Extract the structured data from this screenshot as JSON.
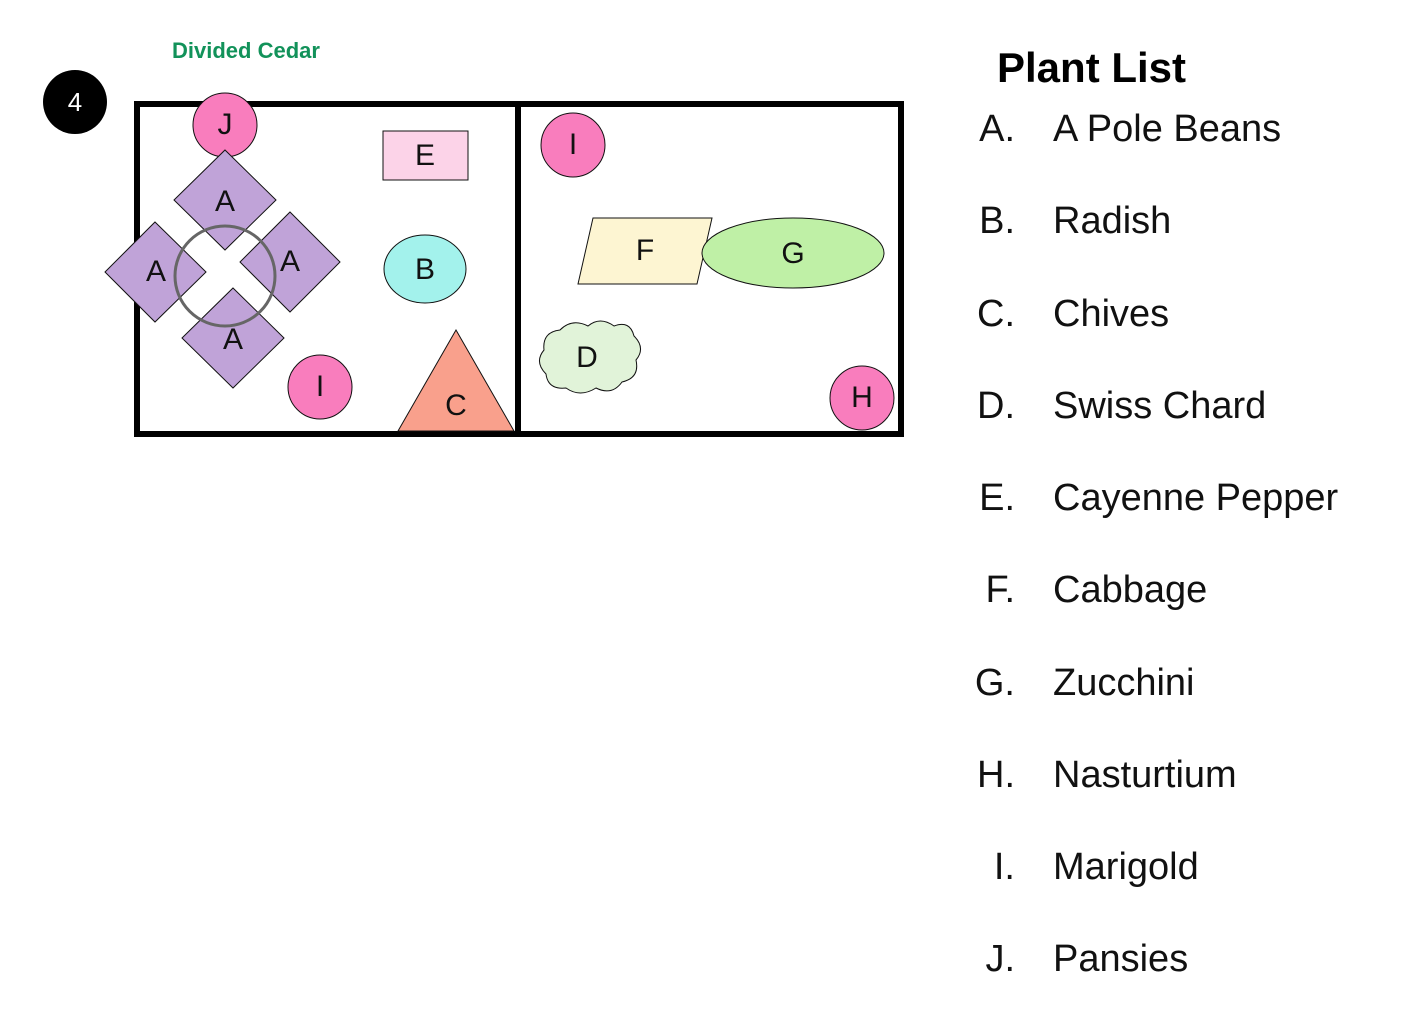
{
  "bed": {
    "title": "Divided Cedar",
    "number": "4",
    "title_color": "#12925a"
  },
  "placements": [
    {
      "letter": "J",
      "shape": "circle",
      "color": "#f97dbd"
    },
    {
      "letter": "E",
      "shape": "rectangle",
      "color": "#fcd3e8"
    },
    {
      "letter": "A",
      "shape": "diamond",
      "color": "#c0a3d8"
    },
    {
      "letter": "A",
      "shape": "diamond",
      "color": "#c0a3d8"
    },
    {
      "letter": "A",
      "shape": "diamond",
      "color": "#c0a3d8"
    },
    {
      "letter": "A",
      "shape": "diamond",
      "color": "#c0a3d8"
    },
    {
      "letter": "B",
      "shape": "ellipse",
      "color": "#a3f2ec"
    },
    {
      "letter": "I",
      "shape": "circle",
      "color": "#f97dbd"
    },
    {
      "letter": "C",
      "shape": "triangle",
      "color": "#f9a08c"
    },
    {
      "letter": "I",
      "shape": "circle",
      "color": "#f97dbd"
    },
    {
      "letter": "F",
      "shape": "parallelogram",
      "color": "#fdf5d2"
    },
    {
      "letter": "G",
      "shape": "ellipse",
      "color": "#bff0a6"
    },
    {
      "letter": "D",
      "shape": "cloud",
      "color": "#e1f3d9"
    },
    {
      "letter": "H",
      "shape": "circle",
      "color": "#f97dbd"
    }
  ],
  "plant_list": {
    "title": "Plant List",
    "items": [
      {
        "letter": "A.",
        "name": "A Pole Beans"
      },
      {
        "letter": "B.",
        "name": "Radish"
      },
      {
        "letter": "C.",
        "name": "Chives"
      },
      {
        "letter": "D.",
        "name": "Swiss Chard"
      },
      {
        "letter": "E.",
        "name": "Cayenne Pepper"
      },
      {
        "letter": "F.",
        "name": "Cabbage"
      },
      {
        "letter": "G.",
        "name": "Zucchini"
      },
      {
        "letter": "H.",
        "name": "Nasturtium"
      },
      {
        "letter": "I.",
        "name": "Marigold"
      },
      {
        "letter": "J.",
        "name": "Pansies"
      }
    ]
  }
}
